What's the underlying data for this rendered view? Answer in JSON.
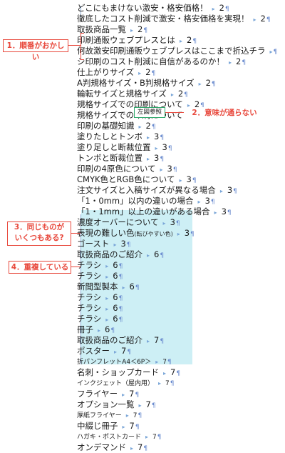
{
  "annotations": {
    "a1": "1．順番がおかしい",
    "a2": "2．意味が通らない",
    "a3_line1": "3．同じものが",
    "a3_line2": "いくつもある?",
    "a4": "4．重複している"
  },
  "toc_lines": [
    {
      "text": "どこにもまけない激安・格安価格！",
      "num": "2"
    },
    {
      "text": "徹底したコスト削減で激安・格安価格を実現！",
      "num": "2"
    },
    {
      "text": "取扱商品一覧",
      "num": "2"
    },
    {
      "text": "印刷通販ウェブプレスとは",
      "num": "2"
    },
    {
      "text": "何故激安印刷通販ウェブプレスはここまで折込チラ",
      "num": ""
    },
    {
      "text": "シ印刷のコスト削減に自信があるのか！",
      "num": "2"
    },
    {
      "text": "仕上がりサイズ",
      "num": "2"
    },
    {
      "text": "A判規格サイズ・B判規格サイズ",
      "num": "2"
    },
    {
      "text": "輪転サイズと規格サイズ",
      "num": "2"
    },
    {
      "text": "規格サイズでの印刷について",
      "num": "2"
    },
    {
      "text": "規格サイズでの印刷について",
      "num": "2"
    },
    {
      "text": "印刷の基礎知識",
      "num": "2"
    },
    {
      "text": "塗りたしとトンボ",
      "num": "3"
    },
    {
      "text": "塗り足しと断裁位置",
      "num": "3"
    },
    {
      "text": "トンボと断裁位置",
      "num": "3"
    },
    {
      "text": "印刷の4原色について",
      "num": "3"
    },
    {
      "text": "CMYK色とRGB色について",
      "num": "3"
    },
    {
      "text": "注文サイズと入稿サイズが異なる場合",
      "num": "3"
    },
    {
      "text": "「1・0mm」以内の違いの場合",
      "num": "3"
    },
    {
      "text": "「1・1mm」以上の違いがある場合",
      "num": "3"
    },
    {
      "text": "濃度オーバーについて",
      "num": "3"
    },
    {
      "text": "表現の難しい色",
      "note": "(転びやすい色)",
      "num": "3"
    },
    {
      "text": "ゴースト",
      "num": "3"
    },
    {
      "text": "取扱商品のご紹介",
      "num": "6"
    },
    {
      "text": "チラシ",
      "num": "6"
    },
    {
      "text": "チラシ",
      "num": "6"
    },
    {
      "text": "新聞型製本",
      "num": "6"
    },
    {
      "text": "チラシ",
      "num": "6"
    },
    {
      "text": "チラシ",
      "num": "6"
    },
    {
      "text": "チラシ",
      "num": "6"
    },
    {
      "text": "冊子",
      "num": "6"
    },
    {
      "text": "取扱商品のご紹介",
      "num": "7"
    },
    {
      "text": "ポスター",
      "num": "7"
    },
    {
      "text": "折パンフレットA4＜6P＞",
      "num": "7",
      "small": true
    },
    {
      "text": "名刺・ショップカード",
      "num": "7"
    },
    {
      "text": "インクジェット（屋内用）",
      "num": "7",
      "small": true
    },
    {
      "text": "フライヤー",
      "num": "7"
    },
    {
      "text": "オプション一覧",
      "num": "7"
    },
    {
      "text": "厚紙フライヤー",
      "num": "7",
      "small": true
    },
    {
      "text": "中綴じ冊子",
      "num": "7"
    },
    {
      "text": "ハガキ・ポストカード",
      "num": "7",
      "small": true
    },
    {
      "text": "オンデマンド",
      "num": "7"
    }
  ],
  "tag": "左図参照",
  "colors": {
    "annotation": "#e8483c",
    "highlight": "#cdeff5",
    "tagBorder": "#2da86a"
  }
}
